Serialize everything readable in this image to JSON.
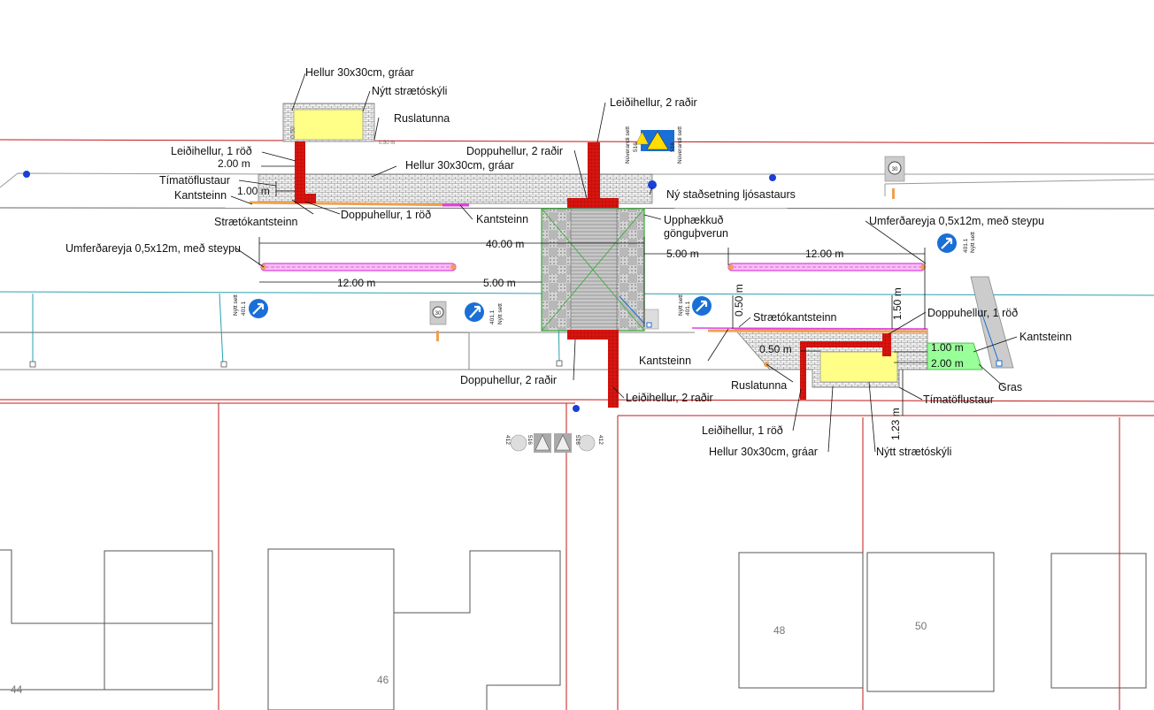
{
  "labels": {
    "hellur_top": "Hellur 30x30cm, gráar",
    "nytt_top": "Nýtt strætóskýli",
    "ruslatunna_top": "Ruslatunna",
    "leidi_2_top": "Leiðihellur, 2 raðir",
    "leidi_1_top": "Leiðihellur, 1 röð",
    "doppu_2_top": "Doppuhellur, 2 raðir",
    "hellur_mid": "Hellur 30x30cm, gráar",
    "timato_top": "Tímatöflustaur",
    "kantsteinn_top": "Kantsteinn",
    "ny_stad": "Ný staðsetning ljósastaurs",
    "straeto_kant_top": "Strætókantsteinn",
    "doppu_1_top": "Doppuhellur, 1 röð",
    "kantsteinn_mid": "Kantsteinn",
    "upphaekkud_1": "Upphækkuð",
    "upphaekkud_2": "gönguþverun",
    "umferd_left": "Umferðareyja 0,5x12m, með steypu",
    "umferd_right": "Umferðareyja 0,5x12m, með steypu",
    "straeto_kant_right": "Strætókantsteinn",
    "doppu_1_right": "Doppuhellur, 1 röð",
    "kantsteinn_right": "Kantsteinn",
    "kantsteinn_left_low": "Kantsteinn",
    "ruslatunna_right": "Ruslatunna",
    "gras": "Gras",
    "timato_right": "Tímatöflustaur",
    "doppu_2_bottom": "Doppuhellur, 2 raðir",
    "leidi_2_bottom": "Leiðihellur, 2 raðir",
    "leidi_1_bottom": "Leiðihellur, 1 röð",
    "hellur_bottom": "Hellur 30x30cm, gráar",
    "nytt_bottom": "Nýtt strætóskýli"
  },
  "dimensions": {
    "d_200_left": "2.00 m",
    "d_100_left": "1.00 m",
    "d_050_small": "0.50 m",
    "d_050_vert": "0.50",
    "d_4000": "40.00 m",
    "d_500_right": "5.00 m",
    "d_1200_right": "12.00 m",
    "d_1200_left": "12.00 m",
    "d_500_left": "5.00 m",
    "d_050_right": "0.50 m",
    "d_050_vert_right": "0.50 m",
    "d_150": "1.50 m",
    "d_100_right": "1.00 m",
    "d_200_right": "2.00 m",
    "d_123": "1.23 m"
  },
  "signs": {
    "sign_30": "30",
    "sign_516": "516",
    "sign_412": "412",
    "sign_ny_sett": "Nýtt sett",
    "sign_nuverandi": "Núverandi sett",
    "sign_401": "401.1"
  },
  "house_numbers": [
    "44",
    "46",
    "48",
    "50"
  ],
  "colors": {
    "red_tile": "#d9140f",
    "shelter_yellow": "#ffff88",
    "island_pink": "#e040e0",
    "kerb_orange": "#f0a050",
    "grass_green": "#99ff99",
    "boundary_red": "#c01818",
    "utility_teal": "#2aa0b0",
    "sign_blue": "#1a6fd6"
  }
}
